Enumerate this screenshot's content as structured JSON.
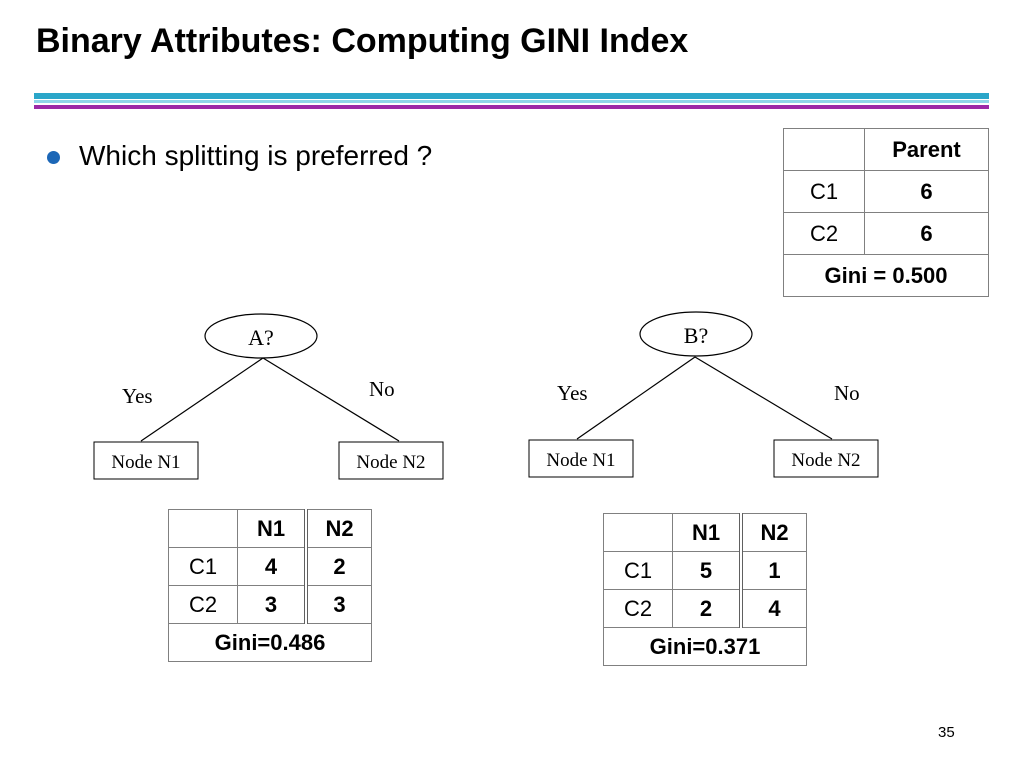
{
  "title": "Binary Attributes: Computing GINI Index",
  "bullet": "Which splitting is preferred ?",
  "parent_table": {
    "header": "Parent",
    "rows": [
      {
        "label": "C1",
        "value": "6"
      },
      {
        "label": "C2",
        "value": "6"
      }
    ],
    "gini": "Gini = 0.500"
  },
  "tree_a": {
    "root": "A?",
    "left_edge": "Yes",
    "right_edge": "No",
    "left_node": "Node N1",
    "right_node": "Node N2"
  },
  "tree_b": {
    "root": "B?",
    "left_edge": "Yes",
    "right_edge": "No",
    "left_node": "Node N1",
    "right_node": "Node N2"
  },
  "split_a_table": {
    "headers": [
      "N1",
      "N2"
    ],
    "rows": [
      {
        "label": "C1",
        "n1": "4",
        "n2": "2"
      },
      {
        "label": "C2",
        "n1": "3",
        "n2": "3"
      }
    ],
    "gini": "Gini=0.486"
  },
  "split_b_table": {
    "headers": [
      "N1",
      "N2"
    ],
    "rows": [
      {
        "label": "C1",
        "n1": "5",
        "n2": "1"
      },
      {
        "label": "C2",
        "n1": "2",
        "n2": "4"
      }
    ],
    "gini": "Gini=0.371"
  },
  "page_number": "35",
  "colors": {
    "rule_top": "#2aa6c9",
    "rule_mid": "#8fd6e8",
    "rule_bottom": "#9b2aa6",
    "bullet": "#1c67b7"
  }
}
